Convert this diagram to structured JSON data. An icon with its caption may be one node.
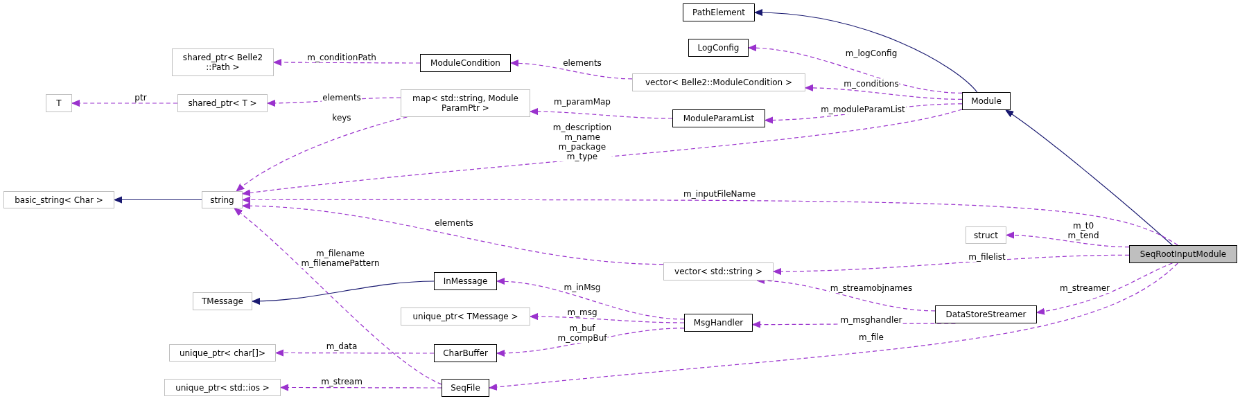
{
  "diagram": {
    "nodes": [
      {
        "text": [
          "PathElement"
        ]
      },
      {
        "text": [
          "LogConfig"
        ]
      },
      {
        "text": [
          "shared_ptr< Belle2 ::Path >"
        ]
      },
      {
        "text": [
          "ModuleCondition"
        ]
      },
      {
        "text": [
          "vector< Belle2::ModuleCondition >"
        ]
      },
      {
        "text": [
          "T"
        ]
      },
      {
        "text": [
          "shared_ptr< T >"
        ]
      },
      {
        "text": [
          "map< std::string, Module ParamPtr >"
        ]
      },
      {
        "text": [
          "Module"
        ]
      },
      {
        "text": [
          "ModuleParamList"
        ]
      },
      {
        "text": [
          "basic_string< Char >"
        ]
      },
      {
        "text": [
          "string"
        ]
      },
      {
        "text": [
          "struct"
        ]
      },
      {
        "text": [
          "SeqRootInputModule"
        ]
      },
      {
        "text": [
          "vector< std::string >"
        ]
      },
      {
        "text": [
          "InMessage"
        ]
      },
      {
        "text": [
          "TMessage"
        ]
      },
      {
        "text": [
          "unique_ptr< TMessage >"
        ]
      },
      {
        "text": [
          "MsgHandler"
        ]
      },
      {
        "text": [
          "DataStoreStreamer"
        ]
      },
      {
        "text": [
          "unique_ptr< char[]>"
        ]
      },
      {
        "text": [
          "CharBuffer"
        ]
      },
      {
        "text": [
          "unique_ptr< std::ios >"
        ]
      },
      {
        "text": [
          "SeqFile"
        ]
      }
    ],
    "edges": [
      {
        "from": 8,
        "to": 0,
        "arrow": "to",
        "color": "#191970"
      },
      {
        "from": 13,
        "to": 8,
        "arrow": "to",
        "color": "#191970"
      },
      {
        "from": 8,
        "to": 1,
        "arrow": "to",
        "label": "m_logConfig",
        "style": "dashed"
      },
      {
        "from": 3,
        "to": 2,
        "arrow": "to",
        "label": "m_conditionPath",
        "style": "dashed"
      },
      {
        "from": 4,
        "to": 3,
        "arrow": "to",
        "label": "elements",
        "style": "dashed"
      },
      {
        "from": 8,
        "to": 4,
        "arrow": "to",
        "label": "m_conditions",
        "style": "dashed"
      },
      {
        "from": 6,
        "to": 5,
        "arrow": "to",
        "label": "ptr",
        "style": "dashed"
      },
      {
        "from": 7,
        "to": 6,
        "arrow": "to",
        "label": "elements",
        "style": "dashed"
      },
      {
        "from": 9,
        "to": 7,
        "arrow": "to",
        "label": "m_paramMap",
        "style": "dashed"
      },
      {
        "from": 8,
        "to": 9,
        "arrow": "to",
        "label": "m_moduleParamList",
        "style": "dashed"
      },
      {
        "from": 7,
        "to": 11,
        "arrow": "to",
        "label": "keys",
        "style": "dashed"
      },
      {
        "from": 8,
        "to": 11,
        "arrow": "to",
        "label": "m_description m_name m_package m_type",
        "style": "dashed"
      },
      {
        "from": 13,
        "to": 11,
        "arrow": "to",
        "label": "m_inputFileName",
        "style": "dashed"
      },
      {
        "from": 14,
        "to": 11,
        "arrow": "to",
        "label": "elements",
        "style": "dashed"
      },
      {
        "from": 23,
        "to": 11,
        "arrow": "to",
        "label": "m_filename m_filenamePattern",
        "style": "dashed"
      },
      {
        "from": 11,
        "to": 10,
        "arrow": "to",
        "color": "#191970"
      },
      {
        "from": 13,
        "to": 12,
        "arrow": "to",
        "label": "m_t0 m_tend",
        "style": "dashed"
      },
      {
        "from": 13,
        "to": 14,
        "arrow": "to",
        "label": "m_filelist",
        "style": "dashed"
      },
      {
        "from": 19,
        "to": 14,
        "arrow": "to",
        "label": "m_streamobjnames",
        "style": "dashed"
      },
      {
        "from": 15,
        "to": 16,
        "arrow": "to",
        "color": "#191970"
      },
      {
        "from": 18,
        "to": 15,
        "arrow": "to",
        "label": "m_inMsg",
        "style": "dashed"
      },
      {
        "from": 18,
        "to": 17,
        "arrow": "to",
        "label": "m_msg",
        "style": "dashed"
      },
      {
        "from": 18,
        "to": 21,
        "arrow": "to",
        "label": "m_buf m_compBuf",
        "style": "dashed"
      },
      {
        "from": 19,
        "to": 18,
        "arrow": "to",
        "label": "m_msghandler",
        "style": "dashed"
      },
      {
        "from": 13,
        "to": 19,
        "arrow": "to",
        "label": "m_streamer",
        "style": "dashed"
      },
      {
        "from": 21,
        "to": 20,
        "arrow": "to",
        "label": "m_data",
        "style": "dashed"
      },
      {
        "from": 23,
        "to": 22,
        "arrow": "to",
        "label": "m_stream",
        "style": "dashed"
      },
      {
        "from": 13,
        "to": 23,
        "arrow": "to",
        "label": "m_file",
        "style": "dashed"
      }
    ]
  }
}
